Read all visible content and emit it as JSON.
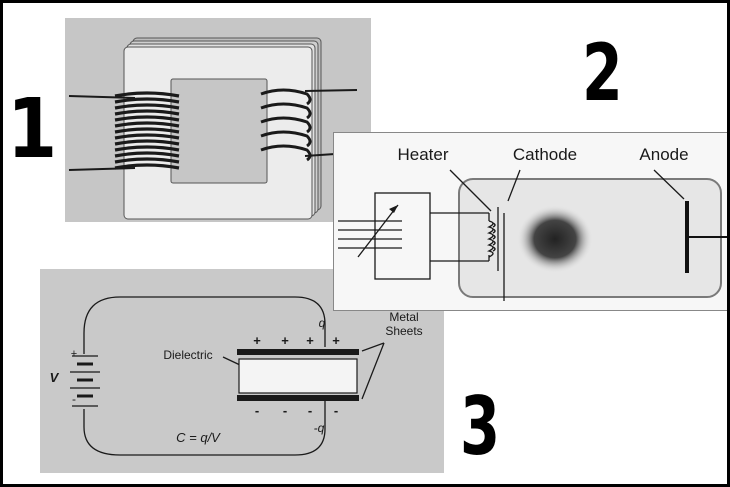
{
  "labels": {
    "panel1_number": "1",
    "panel2_number": "2",
    "panel3_number": "3"
  },
  "vacuum_tube": {
    "heater_label": "Heater",
    "cathode_label": "Cathode",
    "anode_label": "Anode"
  },
  "capacitor": {
    "charge_plus_label": "q",
    "charge_minus_label": "-q",
    "metal_sheets_label_line1": "Metal",
    "metal_sheets_label_line2": "Sheets",
    "dielectric_label": "Dielectric",
    "voltage_label": "V",
    "formula": "C = q/V",
    "battery_plus": "+",
    "battery_minus": "-"
  },
  "colors": {
    "page_background": "#ffffff",
    "panel_gray": "#c9c9c9",
    "tube_gray": "#eeeeee",
    "ink": "#000000"
  }
}
